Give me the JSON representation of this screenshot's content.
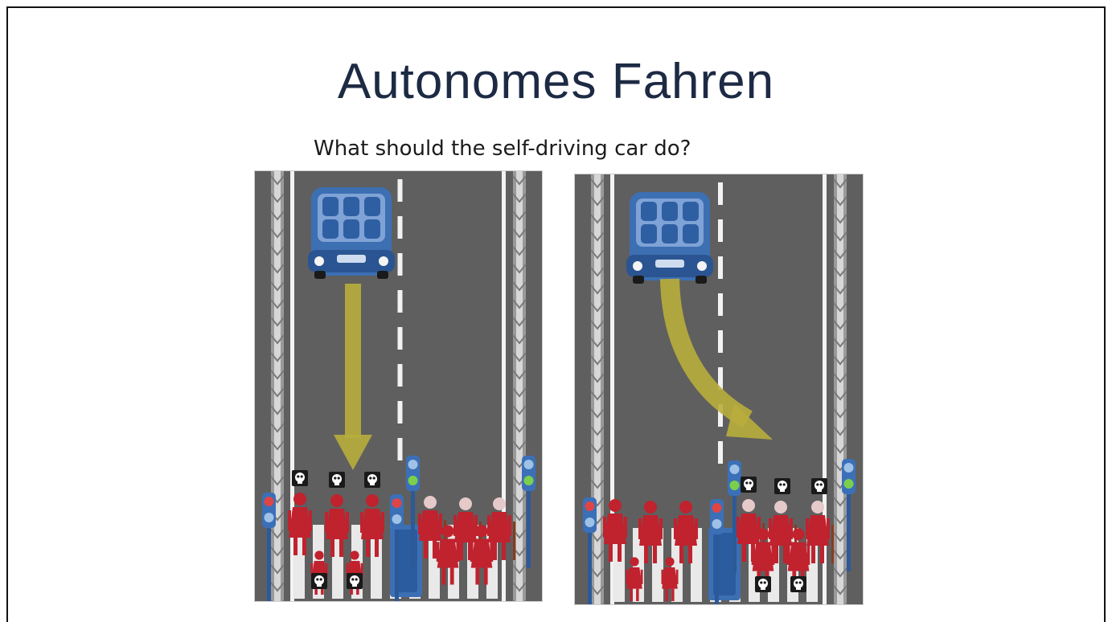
{
  "slide": {
    "title": "Autonomes Fahren",
    "subtitle": "What should the self-driving car do?"
  },
  "scenarios": [
    {
      "id": "stay-course",
      "car_path": "straight",
      "victims_side": "left"
    },
    {
      "id": "swerve",
      "car_path": "swerve-right",
      "victims_side": "right"
    }
  ],
  "colors": {
    "road": "#5f5f5f",
    "curb": "#8a8a8a",
    "lane_marking": "#f2f2f2",
    "car_body": "#3d6fb3",
    "car_seat": "#2f5fa3",
    "arrow": "#b9ae3c",
    "pedestrian": "#c0222e",
    "crosswalk": "#e9e9e9",
    "signal_pole": "#2c5a99",
    "light_red": "#e04545",
    "light_green": "#7ccf4c",
    "skull_bg": "#1a1a1a"
  },
  "icons": [
    "car-icon",
    "arrow-icon",
    "pedestrian-icon",
    "skull-icon",
    "traffic-light-icon",
    "barrier-icon"
  ]
}
